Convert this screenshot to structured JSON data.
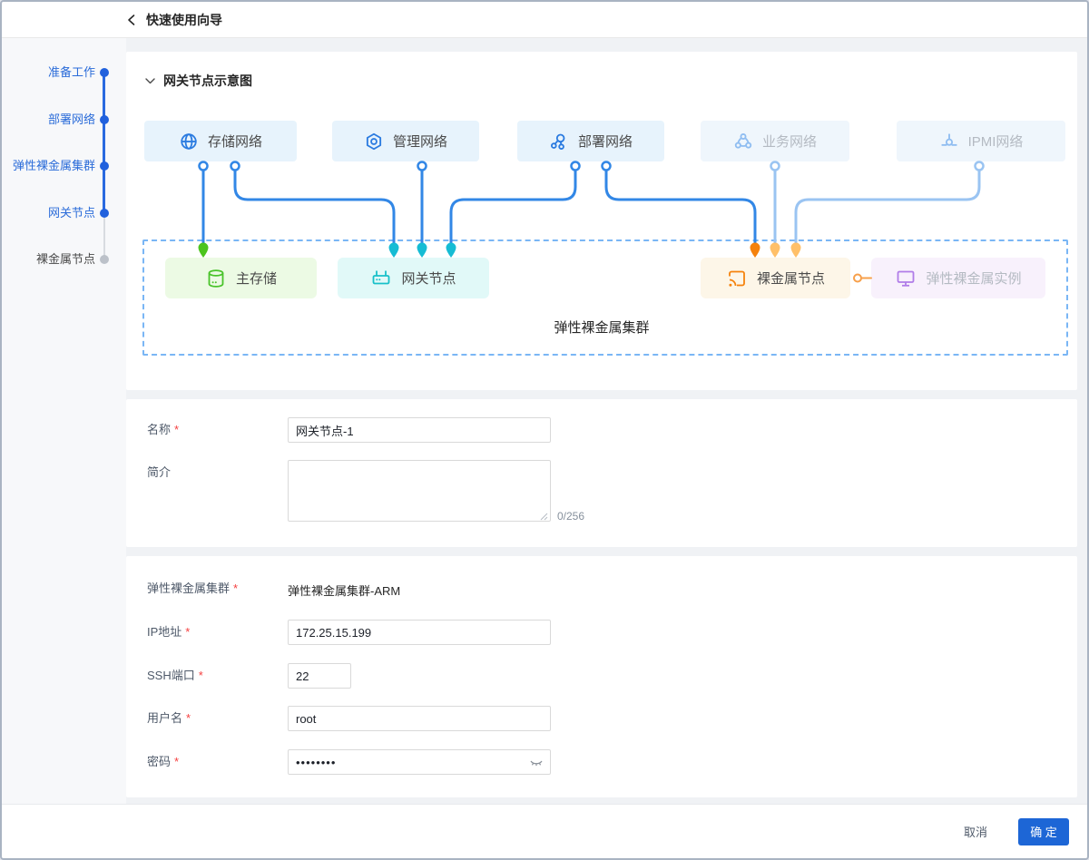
{
  "header": {
    "back_icon": "chevron-left",
    "title": "快速使用向导"
  },
  "steps": {
    "items": [
      {
        "label": "准备工作",
        "state": "done"
      },
      {
        "label": "部署网络",
        "state": "done"
      },
      {
        "label": "弹性裸金属集群",
        "state": "done"
      },
      {
        "label": "网关节点",
        "state": "current"
      },
      {
        "label": "裸金属节点",
        "state": "pending"
      }
    ]
  },
  "diagram": {
    "section_title": "网关节点示意图",
    "collapse_icon": "chevron-down",
    "cluster_label": "弹性裸金属集群",
    "networks": [
      {
        "label": "存储网络",
        "icon": "globe-icon",
        "active": true
      },
      {
        "label": "管理网络",
        "icon": "hexagon-nut-icon",
        "active": true
      },
      {
        "label": "部署网络",
        "icon": "topology-icon",
        "active": true
      },
      {
        "label": "业务网络",
        "icon": "cloud-nodes-icon",
        "active": false
      },
      {
        "label": "IPMI网络",
        "icon": "probe-node-icon",
        "active": false
      }
    ],
    "nodes": [
      {
        "label": "主存储",
        "icon": "database-icon",
        "color": "#4cc41d"
      },
      {
        "label": "网关节点",
        "icon": "router-icon",
        "color": "#17c0c9"
      },
      {
        "label": "裸金属节点",
        "icon": "cast-icon",
        "color": "#f5820c"
      },
      {
        "label": "弹性裸金属实例",
        "icon": "monitor-icon",
        "color": "#b07ce8"
      }
    ],
    "connections": [
      {
        "from": "存储网络",
        "to": "主存储"
      },
      {
        "from": "存储网络",
        "to": "网关节点"
      },
      {
        "from": "管理网络",
        "to": "网关节点"
      },
      {
        "from": "部署网络",
        "to": "网关节点"
      },
      {
        "from": "部署网络",
        "to": "裸金属节点"
      },
      {
        "from": "业务网络",
        "to": "裸金属节点"
      },
      {
        "from": "IPMI网络",
        "to": "裸金属节点"
      },
      {
        "from": "裸金属节点",
        "to": "弹性裸金属实例"
      }
    ]
  },
  "form": {
    "required_marker": "*",
    "basic": {
      "name": {
        "label": "名称",
        "value": "网关节点-1"
      },
      "desc": {
        "label": "简介",
        "value": "",
        "counter": "0/256"
      }
    },
    "conn": {
      "cluster": {
        "label": "弹性裸金属集群",
        "value": "弹性裸金属集群-ARM"
      },
      "ip": {
        "label": "IP地址",
        "value": "172.25.15.199"
      },
      "ssh": {
        "label": "SSH端口",
        "value": "22"
      },
      "user": {
        "label": "用户名",
        "value": "root"
      },
      "pass": {
        "label": "密码",
        "value": "••••••••",
        "eye_icon": "eye-invisible-icon"
      }
    }
  },
  "footer": {
    "cancel_label": "取消",
    "ok_label": "确 定"
  },
  "colors": {
    "primary": "#1d66d6",
    "step_blue": "#2b6cd9",
    "line_active": "#3287e6",
    "line_inactive": "#9ac4f2",
    "green": "#4cc41d",
    "cyan": "#15bcd4",
    "orange": "#f5820c",
    "orange_light": "#ffc069",
    "purple": "#b07ce8",
    "required": "#f53f3f"
  }
}
